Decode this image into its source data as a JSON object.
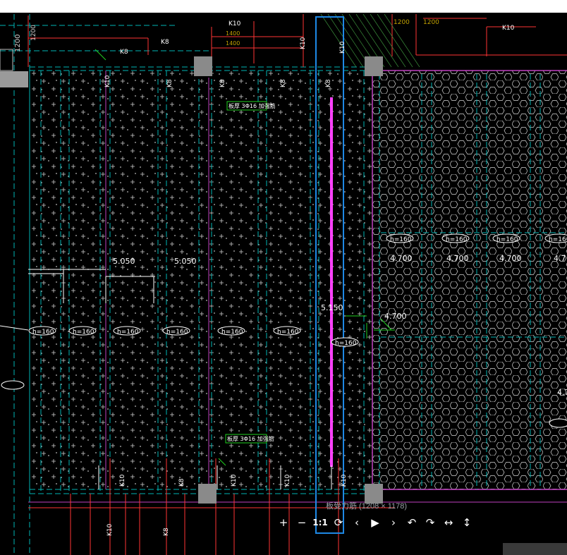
{
  "viewer": {
    "caption": "板受力筋 (1208 × 1178)",
    "toolbar": [
      {
        "name": "zoom-in-button",
        "icon": "plus-icon",
        "glyph": "+"
      },
      {
        "name": "zoom-out-button",
        "icon": "minus-icon",
        "glyph": "−"
      },
      {
        "name": "actual-size-button",
        "icon": "actual-size-icon",
        "glyph": "1:1"
      },
      {
        "name": "reset-button",
        "icon": "refresh-icon",
        "glyph": "⟳"
      },
      {
        "name": "previous-button",
        "icon": "chevron-left-icon",
        "glyph": "‹"
      },
      {
        "name": "play-button",
        "icon": "play-icon",
        "glyph": "▶"
      },
      {
        "name": "next-button",
        "icon": "chevron-right-icon",
        "glyph": "›"
      },
      {
        "name": "rotate-left-button",
        "icon": "rotate-left-icon",
        "glyph": "↶"
      },
      {
        "name": "rotate-right-button",
        "icon": "rotate-right-icon",
        "glyph": "↷"
      },
      {
        "name": "flip-horizontal-button",
        "icon": "flip-horizontal-icon",
        "glyph": "↔"
      },
      {
        "name": "flip-vertical-button",
        "icon": "flip-vertical-icon",
        "glyph": "↕"
      }
    ]
  },
  "drawing": {
    "colors": {
      "dim": "#ff3333",
      "slab": "#00b4b4",
      "beam": "#c040c0",
      "rebar": "#ff40ff",
      "mark": "#ffffff",
      "text": "#e0e060",
      "green": "#20d020",
      "select": "#1e88e5",
      "column": "#8a8a8a"
    },
    "slab_thickness_labels": [
      "h=160",
      "h=160",
      "h=160",
      "h=160",
      "h=160",
      "h=160",
      "h=160"
    ],
    "slab_thickness_labels_right": [
      "h=160",
      "h=160",
      "h=160",
      "h=160"
    ],
    "elevation_labels_left": [
      "5.050",
      "5.050"
    ],
    "elevation_labels_right": [
      "4.700",
      "4.700",
      "4.700",
      "4.7"
    ],
    "elevation_center": "5.150",
    "elevation_mid": "4.700",
    "rebar_labels_top": [
      "K10",
      "K8",
      "K8",
      "K8",
      "K8",
      "K10",
      "K10"
    ],
    "rebar_labels_bottom": [
      "K10",
      "K8",
      "K10",
      "K10",
      "K10",
      "K10",
      "K8"
    ],
    "note_top": "板厚 3Φ16 加强筋",
    "note_bottom": "板厚 3Φ16 加强筋",
    "dims_left": [
      "1200",
      "1200"
    ],
    "dims_top": [
      "1200",
      "1200"
    ]
  }
}
